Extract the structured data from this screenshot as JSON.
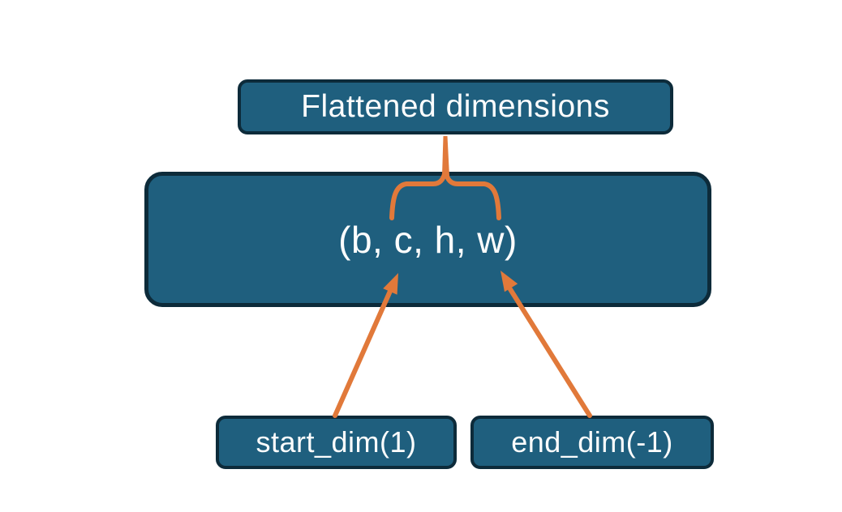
{
  "diagram": {
    "title": "flatten dimensions diagram",
    "nodes": {
      "flattened": {
        "text": "Flattened dimensions"
      },
      "tensor_shape": {
        "text": "(b, c, h, w)"
      },
      "start_dim": {
        "text": "start_dim(1)"
      },
      "end_dim": {
        "text": "end_dim(-1)"
      }
    },
    "connectors": {
      "brace": {
        "type": "curly-brace",
        "spans": "c, h, w",
        "links": "Flattened dimensions -> (b, c, h, w)"
      },
      "arrow_start": {
        "type": "arrow",
        "from": "start_dim(1)",
        "points_to": "c"
      },
      "arrow_end": {
        "type": "arrow",
        "from": "end_dim(-1)",
        "points_to": "w"
      }
    }
  },
  "colors": {
    "canvas-bg": "#ffffff",
    "box-fill": "#1f5f7e",
    "box-border": "#0d2b3a",
    "connector": "#e1793a",
    "text-color": "#fcfdfd"
  }
}
